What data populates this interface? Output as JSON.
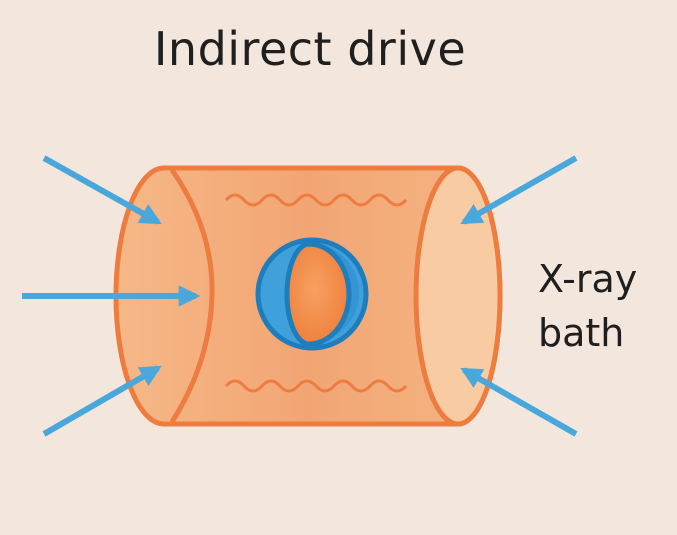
{
  "title": "Indirect drive",
  "label": {
    "line1": "X-ray",
    "line2": "bath"
  },
  "colors": {
    "background": "#f3e6dc",
    "hohlraum_fill": "#f2ae7f",
    "hohlraum_stroke": "#ee7c3f",
    "end_cap_fill": "#f7c89f",
    "beam": "#4aa7dc",
    "capsule_shell": "#2b88c9",
    "capsule_fuel": "#f28a46"
  },
  "icons": {
    "laser_beams": "arrow-icon",
    "xray_waves": "wave-icon"
  }
}
